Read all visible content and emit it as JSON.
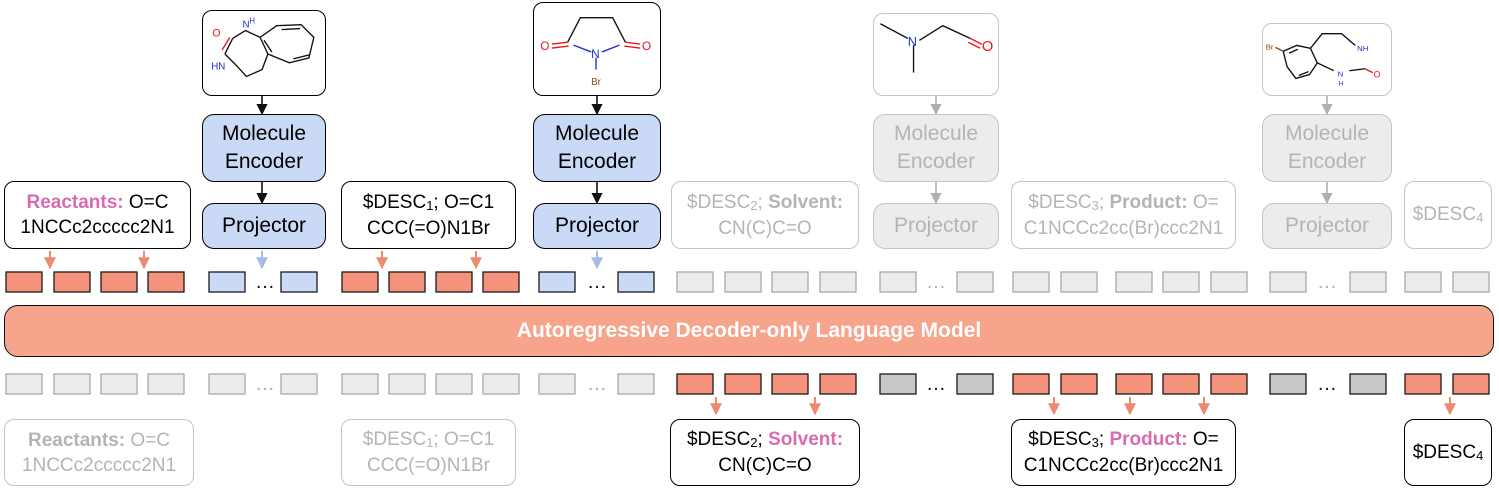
{
  "language_model": {
    "label": "Autoregressive Decoder-only Language Model"
  },
  "encoders": [
    {
      "encoder": "Molecule\nEncoder",
      "projector": "Projector"
    },
    {
      "encoder": "Molecule\nEncoder",
      "projector": "Projector"
    },
    {
      "encoder": "Molecule\nEncoder",
      "projector": "Projector"
    },
    {
      "encoder": "Molecule\nEncoder",
      "projector": "Projector"
    }
  ],
  "molecules": [
    {
      "atoms": [
        "O",
        "N",
        "H",
        "HN"
      ]
    },
    {
      "atoms": [
        "O",
        "N",
        "O",
        "Br"
      ]
    },
    {
      "atoms": [
        "N",
        "O"
      ]
    },
    {
      "atoms": [
        "Br",
        "NH",
        "N",
        "H",
        "O"
      ]
    }
  ],
  "ellipsis": "…",
  "input_texts": {
    "t1": {
      "label": "Reactants:",
      "l1": "O=C",
      "l2": "1NCCc2ccccc2N1"
    },
    "t2": {
      "desc": "$DESC",
      "sub": "1",
      "l1": "; O=C1",
      "l2": "CCC(=O)N1Br"
    },
    "t3": {
      "desc": "$DESC",
      "sub": "2",
      "sep": "; ",
      "label": "Solvent:",
      "l2": "CN(C)C=O"
    },
    "t4": {
      "desc": "$DESC",
      "sub": "3",
      "sep": "; ",
      "label": "Product:",
      "l1": " O=",
      "l2": "C1NCCc2cc(Br)ccc2N1"
    },
    "t5": {
      "desc": "$DESC",
      "sub": "4"
    }
  },
  "output_texts": {
    "t1": {
      "label": "Reactants:",
      "l1": " O=C",
      "l2": "1NCCc2ccccc2N1"
    },
    "t2": {
      "desc": "$DESC",
      "sub": "1",
      "l1": "; O=C1",
      "l2": "CCC(=O)N1Br"
    },
    "t3": {
      "desc": "$DESC",
      "sub": "2",
      "sep": "; ",
      "label": "Solvent:",
      "l2": "CN(C)C=O"
    },
    "t4": {
      "desc": "$DESC",
      "sub": "3",
      "sep": "; ",
      "label": "Product:",
      "l1": " O=",
      "l2": "C1NCCc2cc(Br)ccc2N1"
    },
    "t5": {
      "desc": "$DESC",
      "sub": "4"
    }
  },
  "colors": {
    "salmon": "#f4927c",
    "salmon_border": "#1a1a1a",
    "blue": "#c9d9f6",
    "gray": "#ececec",
    "gray_border": "#a8a8a8",
    "dark_gray": "#c8c8c8",
    "arrow_salmon": "#ee8a72",
    "arrow_blue": "#9fbde6",
    "arrow_gray": "#b0b0b0",
    "highlight_pink": "#d96bb0",
    "atom_red": "#e8141e",
    "atom_blue": "#1e2dd6",
    "atom_brown": "#8a4a16"
  }
}
